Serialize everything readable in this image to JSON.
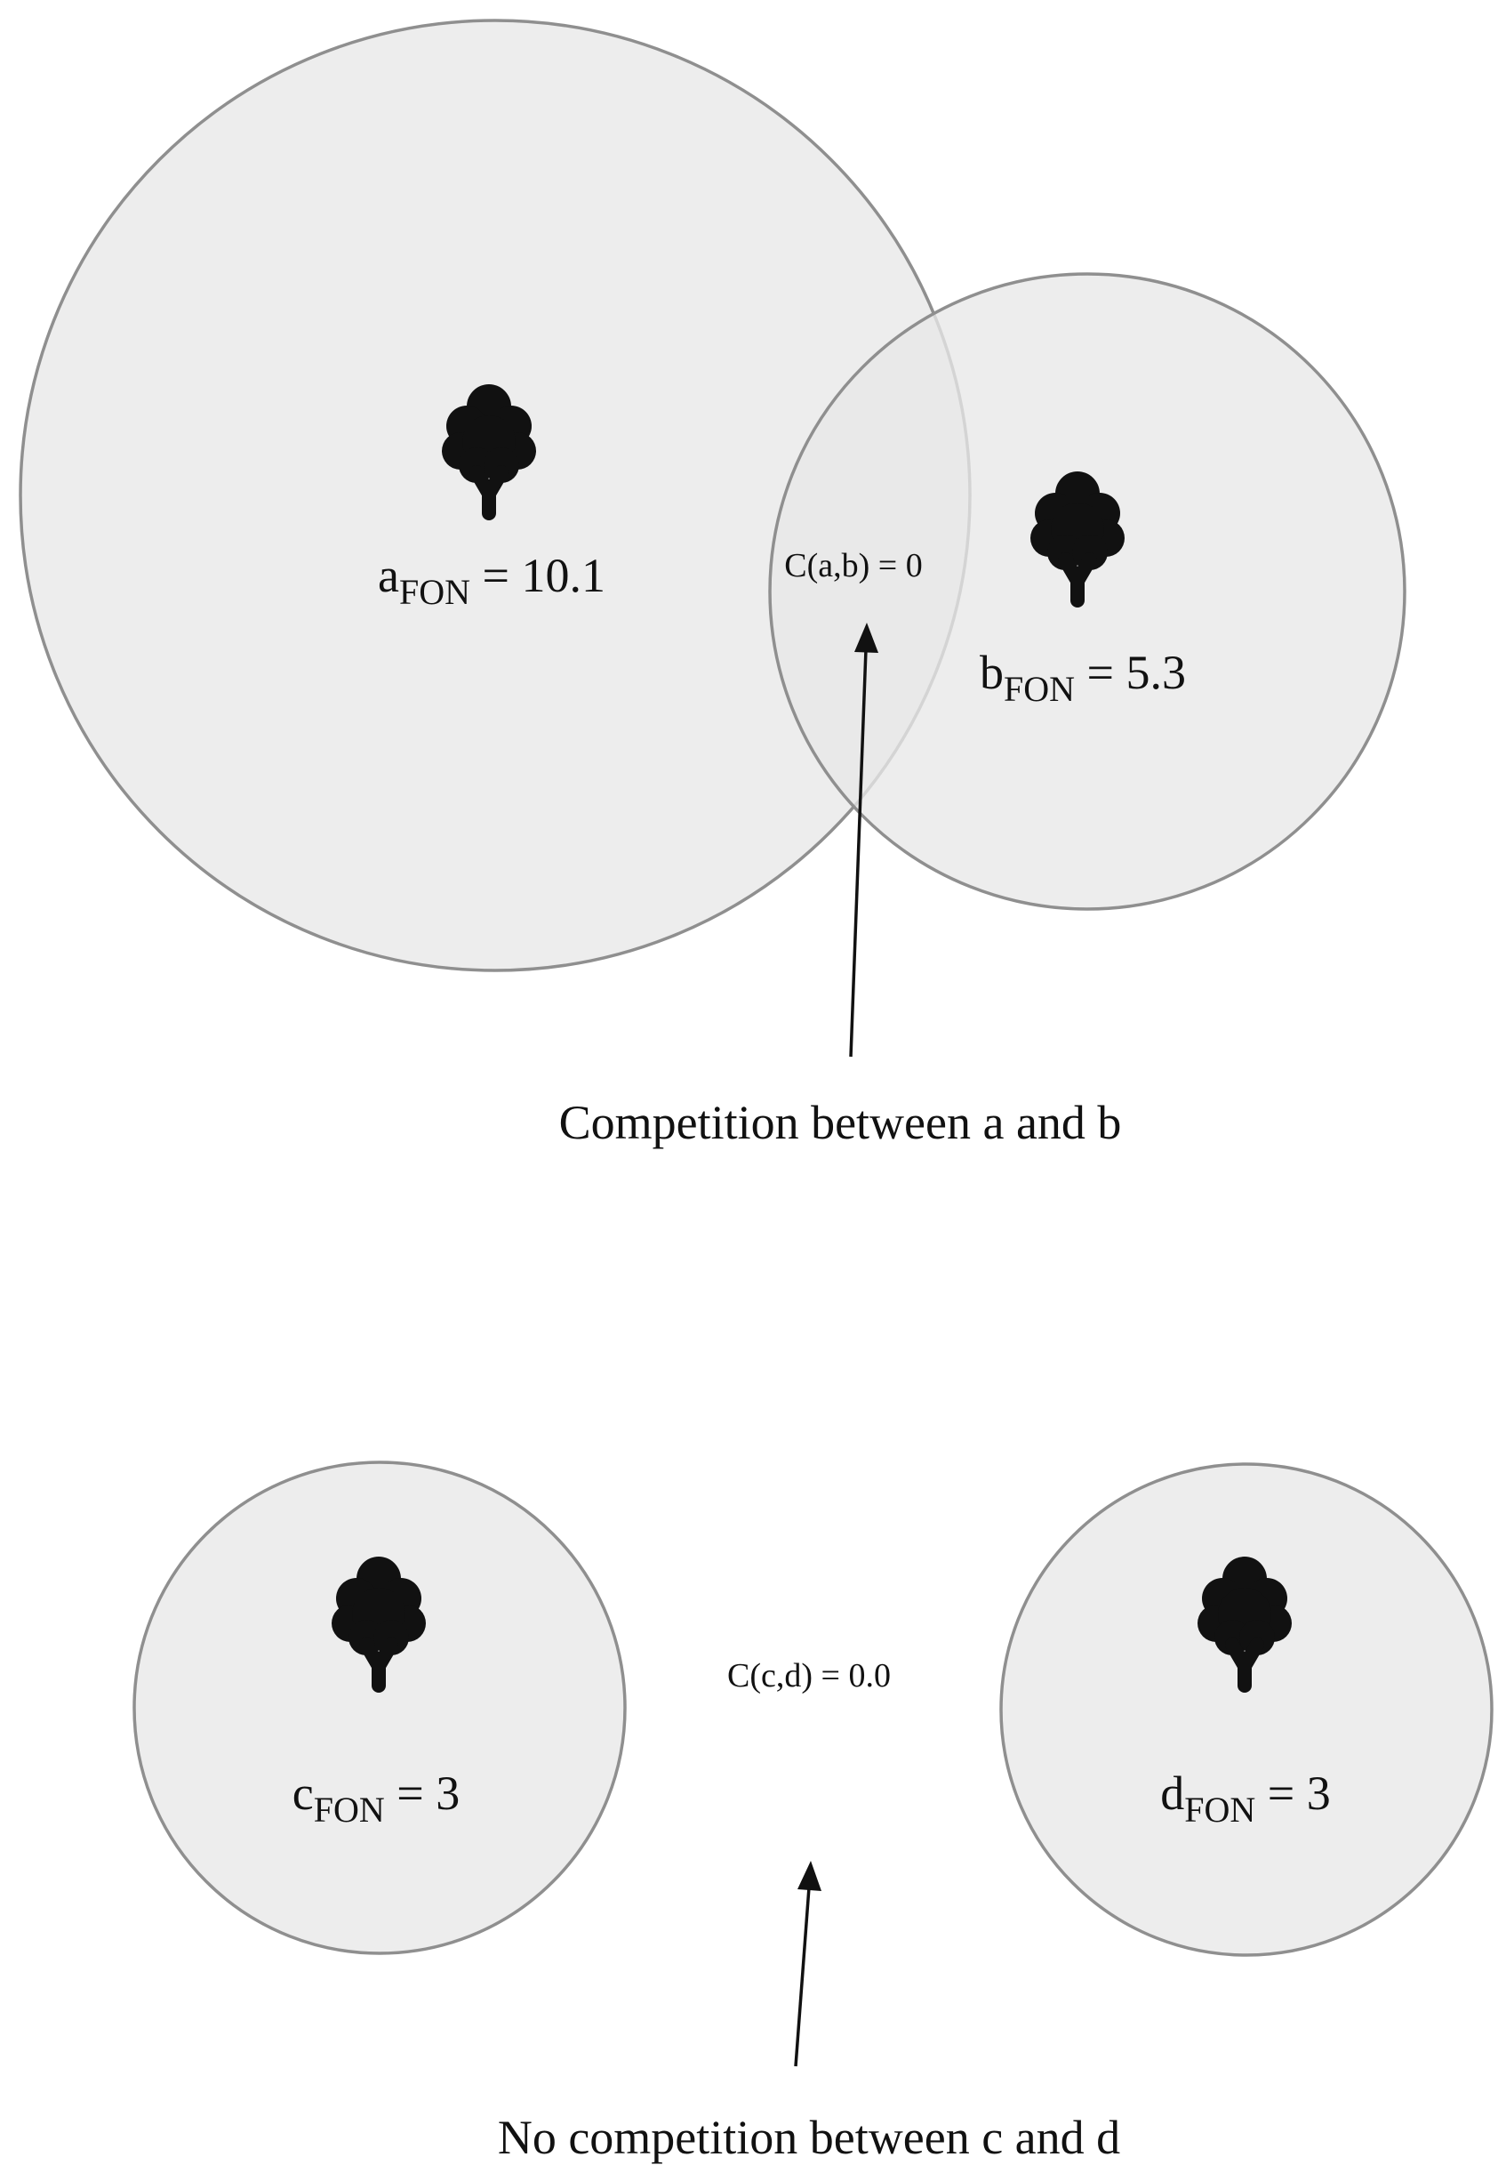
{
  "colors": {
    "zone_fill": "#e8e8e8",
    "zone_stroke": "#8f8f8f",
    "ink": "#111111",
    "background": "#ffffff"
  },
  "icons": {
    "tree": "tree-icon"
  },
  "trees": [
    {
      "id": "a",
      "letter": "a",
      "subscript": "FON",
      "value_text": " = 10.1",
      "fon": 10.1
    },
    {
      "id": "b",
      "letter": "b",
      "subscript": "FON",
      "value_text": " = 5.3",
      "fon": 5.3
    },
    {
      "id": "c",
      "letter": "c",
      "subscript": "FON",
      "value_text": " = 3",
      "fon": 3
    },
    {
      "id": "d",
      "letter": "d",
      "subscript": "FON",
      "value_text": " = 3",
      "fon": 3
    }
  ],
  "competition": {
    "ab": "C(a,b) = 0",
    "cd": "C(c,d) = 0.0"
  },
  "captions": {
    "top": "Competition between a and b",
    "bottom": "No competition between c and d"
  }
}
